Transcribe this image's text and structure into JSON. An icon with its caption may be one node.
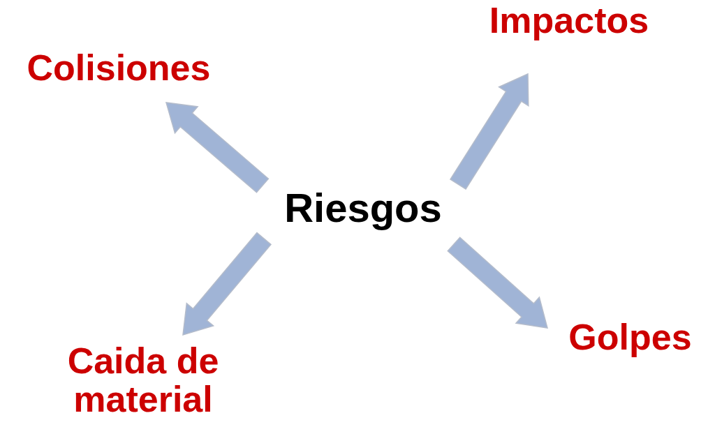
{
  "diagram": {
    "nodes": [
      {
        "text": [
          "Riesgos"
        ]
      },
      {
        "text": [
          "Colisiones"
        ]
      },
      {
        "text": [
          "Impactos"
        ]
      },
      {
        "text": [
          "Caida de material"
        ]
      },
      {
        "text": [
          "Golpes"
        ]
      }
    ],
    "edges": [
      {
        "from": 0,
        "to": 1,
        "arrow": "to",
        "style": "thick"
      },
      {
        "from": 0,
        "to": 2,
        "arrow": "to",
        "style": "thick"
      },
      {
        "from": 0,
        "to": 3,
        "arrow": "to",
        "style": "thick"
      },
      {
        "from": 0,
        "to": 4,
        "arrow": "to",
        "style": "thick"
      }
    ]
  }
}
